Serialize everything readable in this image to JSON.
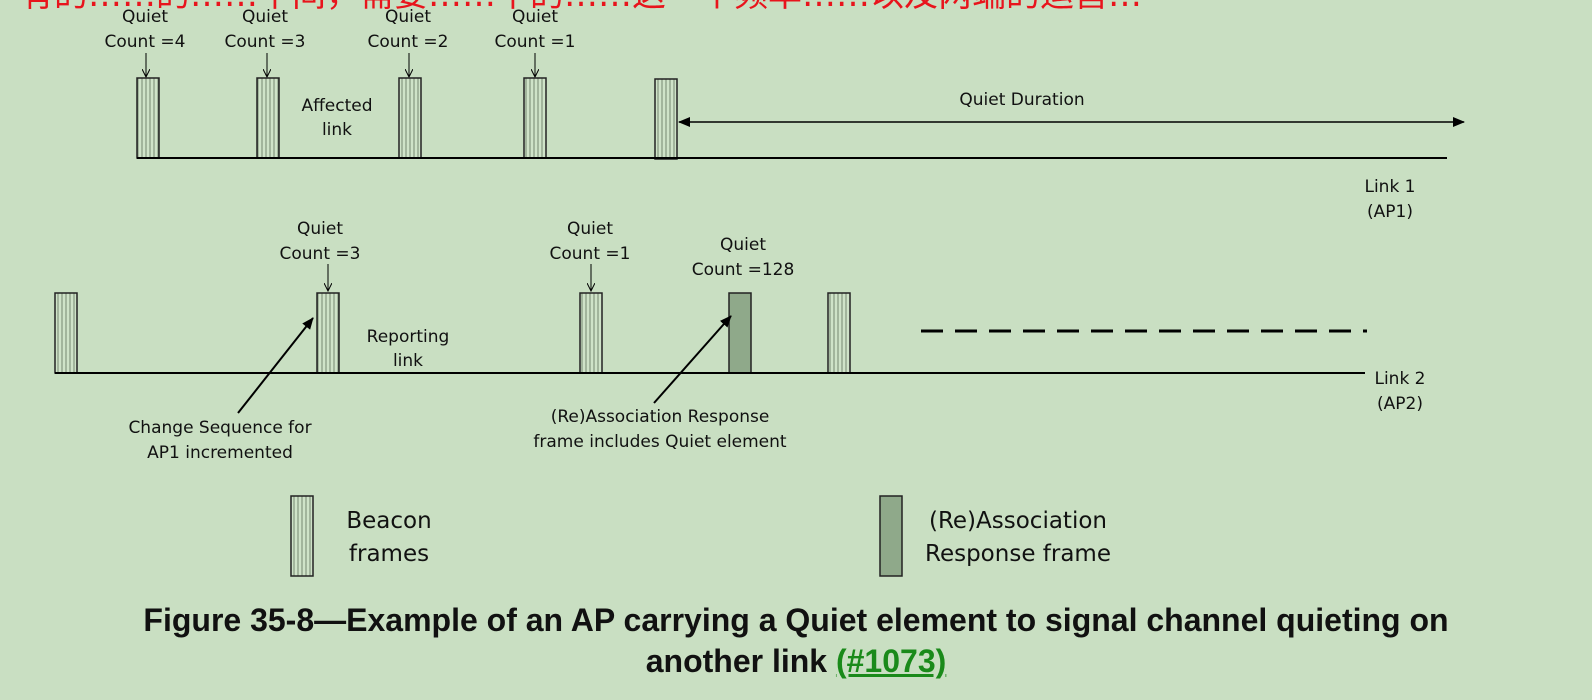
{
  "banner": "有的……的……中间，需要……中的……这一个频率……以及两端的运营…",
  "link1": {
    "quiet_labels": [
      {
        "line1": "Quiet",
        "line2": "Count =4"
      },
      {
        "line1": "Quiet",
        "line2": "Count =3"
      },
      {
        "line1": "Quiet",
        "line2": "Count =2"
      },
      {
        "line1": "Quiet",
        "line2": "Count =1"
      }
    ],
    "affected_label": [
      "Affected",
      "link"
    ],
    "quiet_duration": "Quiet Duration",
    "link_name": [
      "Link 1",
      "(AP1)"
    ]
  },
  "link2": {
    "quiet_labels": [
      {
        "line1": "Quiet",
        "line2": "Count =3"
      },
      {
        "line1": "Quiet",
        "line2": "Count =1"
      },
      {
        "line1": "Quiet",
        "line2": "Count =128"
      }
    ],
    "reporting_label": [
      "Reporting",
      "link"
    ],
    "link_name": [
      "Link 2",
      "(AP2)"
    ],
    "change_sequence": [
      "Change Sequence for",
      "AP1 incremented"
    ],
    "reassoc_note": [
      "(Re)Association Response",
      "frame includes Quiet element"
    ]
  },
  "legend": {
    "beacon": [
      "Beacon",
      "frames"
    ],
    "reassoc": [
      "(Re)Association",
      "Response frame"
    ]
  },
  "caption": {
    "line1": "Figure 35-8—Example of an AP carrying a Quiet element to signal channel quieting on",
    "line2": "another link",
    "ref": "(#1073)"
  },
  "colors": {
    "background": "#c9dfc2",
    "beacon_fill": "#c9dfc2",
    "reassoc_fill": "#8fa98a",
    "caption_ref": "#1a8a1a",
    "banner_text": "#e8141c"
  }
}
